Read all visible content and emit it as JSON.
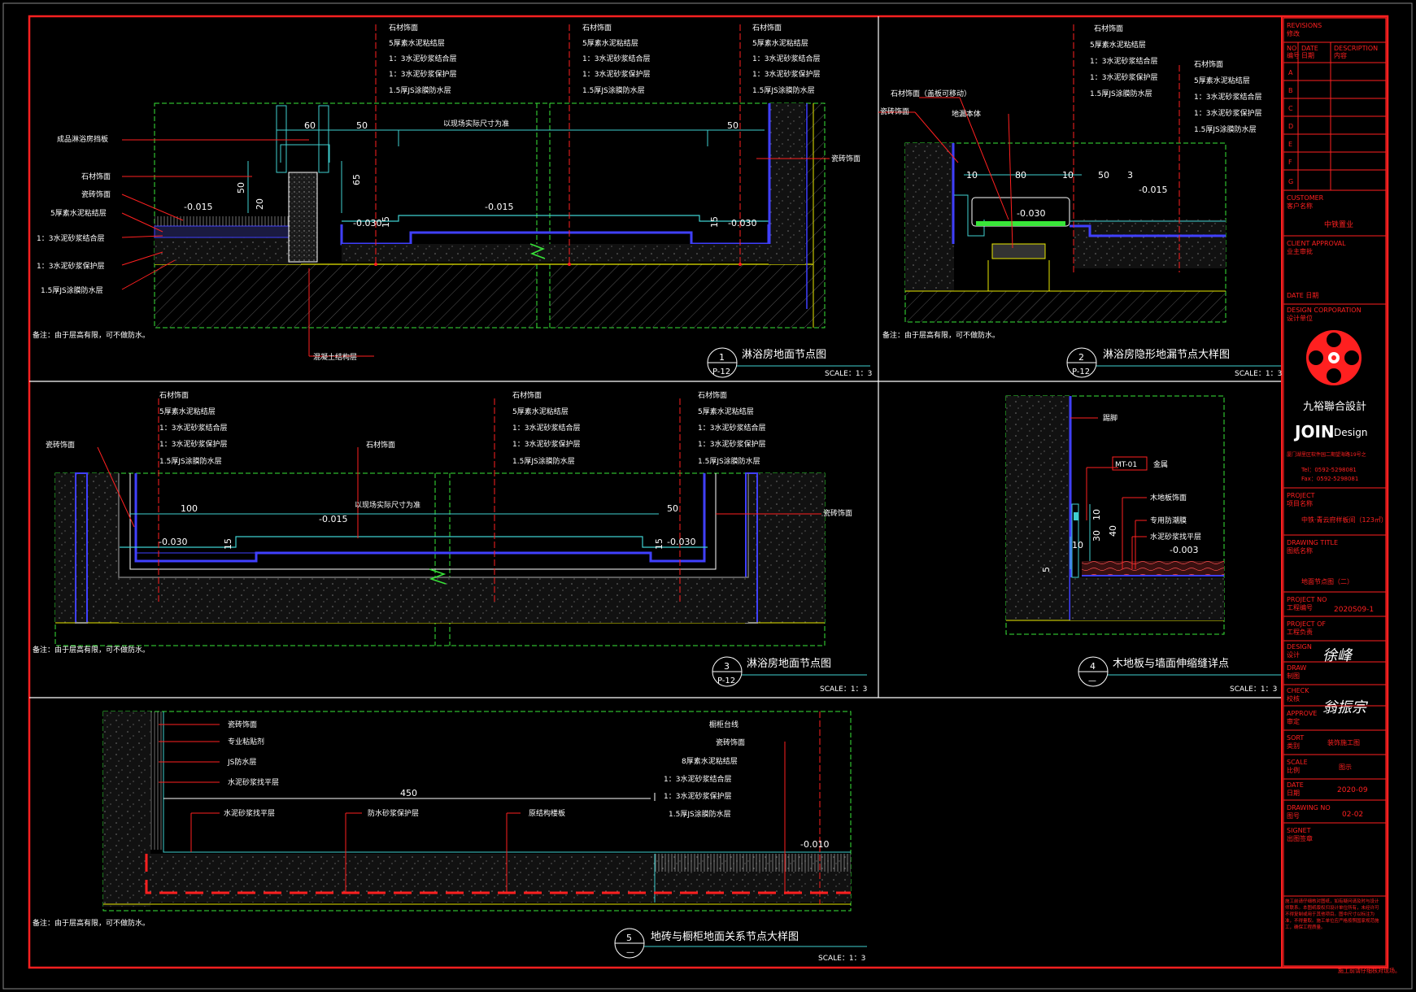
{
  "layers": [
    "石材饰面",
    "5厚素水泥粘结层",
    "1：3水泥砂浆结合层",
    "1：3水泥砂浆保护层",
    "1.5厚JS涂膜防水层"
  ],
  "layers_d4": [
    "5厚素水泥粘结层",
    "1：3水泥砂浆结合层",
    "1：3水泥砂浆保护层",
    "1.5厚JS涂膜防水层"
  ],
  "labels": {
    "door_stone": "成品淋浴房挡板",
    "stone": "石材饰面",
    "tile": "瓷砖饰面",
    "layer2": "5厚素水泥粘结层",
    "layer3": "1：3水泥砂浆结合层",
    "layer4": "1：3水泥砂浆保护层",
    "layer5": "1.5厚JS涂膜防水层",
    "concrete": "混凝土结构层",
    "slope": "以现场实际尺寸为准",
    "drain_stone": "石材饰面（盖板可移动）",
    "drain_body": "地漏本体",
    "baseboard": "踢脚",
    "mt01": "MT-01",
    "metal": "金属",
    "wood_floor": "木地板饰面",
    "pad": "专用防潮膜",
    "leveling": "水泥砂浆找平层",
    "tile_face": "瓷砖饰面",
    "tile_glue": "专业粘贴剂",
    "js": "JS防水层",
    "cement_level": "水泥砂浆找平层",
    "cement_find": "水泥砂浆找平层",
    "waterproof_prot": "防水砂浆保护层",
    "structure": "原结构楼板",
    "cabinet": "橱柜台线",
    "tile_face2": "瓷砖饰面",
    "layer2b": "8厚素水泥粘结层"
  },
  "notes": {
    "n1": "备注：由于层高有限，可不做防水。",
    "n2": "备注：由于层高有限，可不做防水。",
    "n3": "备注：由于层高有限，可不做防水。",
    "n5": "备注：由于层高有限，可不做防水。"
  },
  "dims": {
    "d60": "60",
    "d50a": "50",
    "d50b": "50",
    "d50v": "50",
    "d20": "20",
    "d65": "65",
    "d15a": "15",
    "d15b": "15",
    "e015": "-0.015",
    "e030": "-0.030",
    "d10a": "10",
    "d80": "80",
    "d10b": "10",
    "d50c": "50",
    "d3": "3",
    "d100": "100",
    "d50d": "50",
    "d15c": "15",
    "d15d": "15",
    "d10c": "10",
    "d40": "40",
    "d30": "30",
    "d10d": "10",
    "d5": "5",
    "e003": "-0.003",
    "d450": "450",
    "e010": "-0.010"
  },
  "details": [
    {
      "num": "1",
      "ref": "P-12",
      "title": "淋浴房地面节点图",
      "scale": "SCALE：1：3"
    },
    {
      "num": "2",
      "ref": "P-12",
      "title": "淋浴房隐形地漏节点大样图",
      "scale": "SCALE：1：3"
    },
    {
      "num": "3",
      "ref": "P-12",
      "title": "淋浴房地面节点图",
      "scale": "SCALE：1：3"
    },
    {
      "num": "4",
      "ref": "—",
      "title": "木地板与墙面伸缩缝详点",
      "scale": "SCALE：1：3"
    },
    {
      "num": "5",
      "ref": "—",
      "title": "地砖与橱柜地面关系节点大样图",
      "scale": "SCALE：1：3"
    }
  ],
  "titleblock": {
    "revisions": "REVISIONS",
    "revisions_cn": "修改",
    "rev_cols": [
      "NO",
      "DATE",
      "DESCRIPTION"
    ],
    "rev_cols_cn": [
      "编号",
      "日期",
      "内容"
    ],
    "rev_rows": [
      "A",
      "B",
      "C",
      "D",
      "E",
      "F",
      "G"
    ],
    "customer": "CUSTOMER",
    "customer_cn": "客户名称",
    "customer_val": "中铁置业",
    "client_approval": "CLIENT APPROVAL",
    "client_approval_cn": "业主审批",
    "date_label": "DATE 日期",
    "design_corp": "DESIGN CORPORATION",
    "design_corp_cn": "设计单位",
    "company_cn": "九裕聯合設計",
    "company_en": "JOIN",
    "company_en2": "Design",
    "address": "厦门湖里区软件园二期望海路19号之",
    "tel": "Tel：0592-5298081",
    "fax": "Fax：0592-5298081",
    "project": "PROJECT",
    "project_cn": "项目名称",
    "project_val": "中铁·青云府样板间（123㎡）",
    "drawing_title": "DRAWING TITLE",
    "drawing_title_cn": "图纸名称",
    "drawing_title_val": "地面节点图（二）",
    "project_no": "PROJECT NO",
    "project_no_cn": "工程编号",
    "project_no_val": "2020S09-1",
    "project_of": "PROJECT OF",
    "project_of_cn": "工程负责",
    "design": "DESIGN",
    "design_cn": "设计",
    "draw": "DRAW",
    "draw_cn": "制图",
    "check": "CHECK",
    "check_cn": "校核",
    "approve": "APPROVE",
    "approve_cn": "审定",
    "sort": "SORT",
    "sort_cn": "类别",
    "sort_val": "装饰施工图",
    "scale": "SCALE",
    "scale_cn": "比例",
    "scale_val": "图示",
    "date": "DATE",
    "date_cn": "日期",
    "date_val": "2020-09",
    "drawing_no": "DRAWING NO",
    "drawing_no_cn": "图号",
    "drawing_no_val": "02-02",
    "signet": "SIGNET",
    "signet_cn": "出图签章",
    "notice": "施工前请仔细核对图纸，如有疑问请及时与设计师联系。本图纸版权归设计单位所有，未经许可不得复制或用于其他项目。图中尺寸以标注为准，不得量取。施工单位应严格按照国家规范施工，确保工程质量。",
    "notice_end": "施工前请仔细核对现场。",
    "sign1": "徐峰",
    "sign2": "翁振宗"
  }
}
